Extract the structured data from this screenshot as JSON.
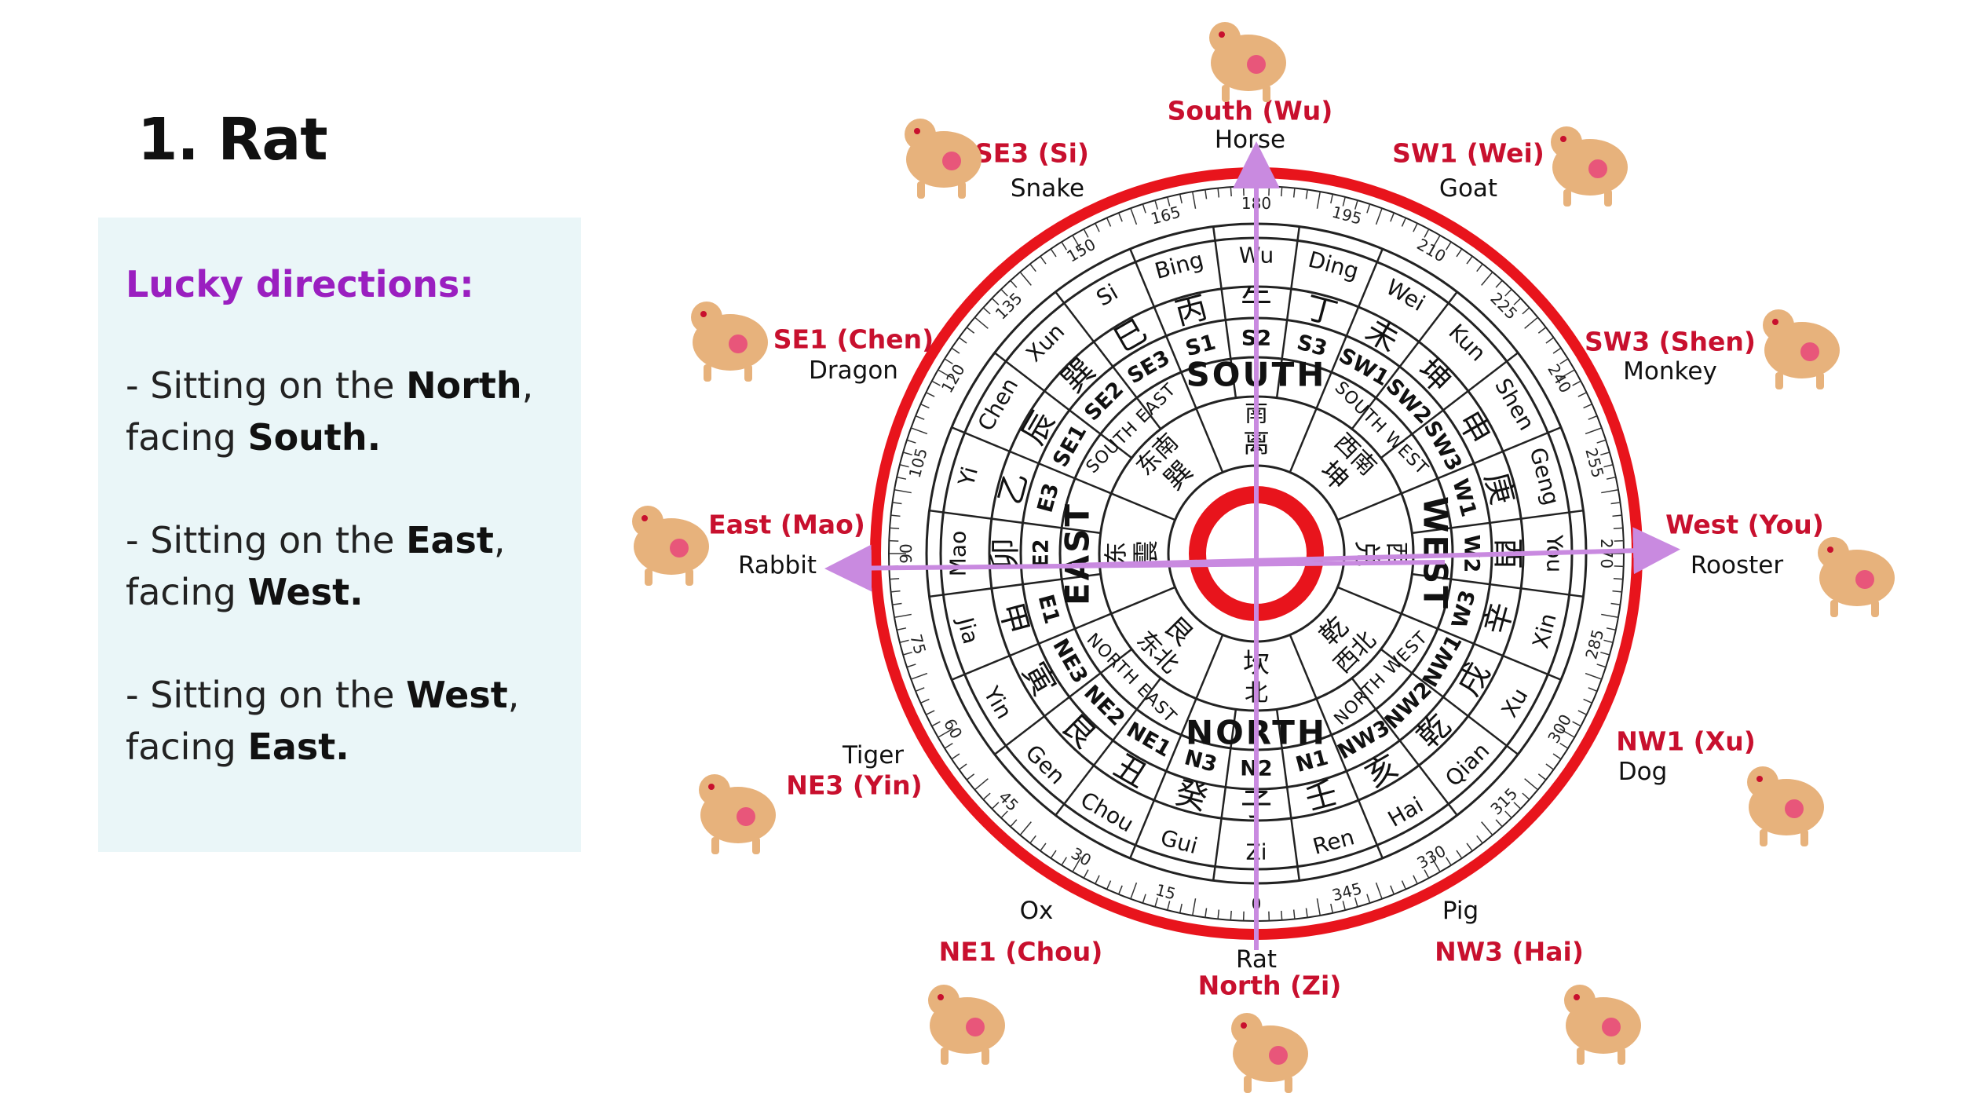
{
  "title": "1. Rat",
  "panel": {
    "heading": "Lucky directions:",
    "items": [
      {
        "prefix": "- Sitting on the ",
        "sit": "North",
        "mid": ", facing ",
        "face": "South",
        "suffix": "."
      },
      {
        "prefix": "- Sitting on the ",
        "sit": "East",
        "mid": ", facing ",
        "face": "West",
        "suffix": "."
      },
      {
        "prefix": "- Sitting on the ",
        "sit": "West",
        "mid": ", facing ",
        "face": "East",
        "suffix": "."
      }
    ]
  },
  "colors": {
    "direction_red": "#c8102e",
    "arrow": "#c98ae0",
    "ring_red": "#e8141c",
    "animal_gold": "#e7b27c"
  },
  "directions": [
    {
      "key": "south",
      "dir": "South (Wu)",
      "animal": "Horse",
      "icon": "horse-icon"
    },
    {
      "key": "sw1",
      "dir": "SW1 (Wei)",
      "animal": "Goat",
      "icon": "goat-icon"
    },
    {
      "key": "sw3",
      "dir": "SW3 (Shen)",
      "animal": "Monkey",
      "icon": "monkey-icon"
    },
    {
      "key": "west",
      "dir": "West (You)",
      "animal": "Rooster",
      "icon": "rooster-icon"
    },
    {
      "key": "nw1",
      "dir": "NW1 (Xu)",
      "animal": "Dog",
      "icon": "dog-icon"
    },
    {
      "key": "nw3",
      "dir": "NW3 (Hai)",
      "animal": "Pig",
      "icon": "pig-icon"
    },
    {
      "key": "north",
      "dir": "North (Zi)",
      "animal": "Rat",
      "icon": "rat-icon"
    },
    {
      "key": "ne1",
      "dir": "NE1 (Chou)",
      "animal": "Ox",
      "icon": "ox-icon"
    },
    {
      "key": "ne3",
      "dir": "NE3 (Yin)",
      "animal": "Tiger",
      "icon": "tiger-icon"
    },
    {
      "key": "east",
      "dir": "East (Mao)",
      "animal": "Rabbit",
      "icon": "rabbit-icon"
    },
    {
      "key": "se1",
      "dir": "SE1 (Chen)",
      "animal": "Dragon",
      "icon": "dragon-icon"
    },
    {
      "key": "se3",
      "dir": "SE3 (Si)",
      "animal": "Snake",
      "icon": "snake-icon"
    }
  ],
  "compass": {
    "cardinals": [
      "SOUTH",
      "WEST",
      "NORTH",
      "EAST"
    ],
    "sectors": [
      "SOUTH WEST",
      "NORTH WEST",
      "NORTH EAST",
      "SOUTH EAST"
    ],
    "mountains": [
      {
        "code": "S1",
        "pinyin": "Bing",
        "hanzi": "丙"
      },
      {
        "code": "S2",
        "pinyin": "Wu",
        "hanzi": "午"
      },
      {
        "code": "S3",
        "pinyin": "Ding",
        "hanzi": "丁"
      },
      {
        "code": "SW1",
        "pinyin": "Wei",
        "hanzi": "未"
      },
      {
        "code": "SW2",
        "pinyin": "Kun",
        "hanzi": "坤"
      },
      {
        "code": "SW3",
        "pinyin": "Shen",
        "hanzi": "申"
      },
      {
        "code": "W1",
        "pinyin": "Geng",
        "hanzi": "庚"
      },
      {
        "code": "W2",
        "pinyin": "You",
        "hanzi": "酉"
      },
      {
        "code": "W3",
        "pinyin": "Xin",
        "hanzi": "辛"
      },
      {
        "code": "NW1",
        "pinyin": "Xu",
        "hanzi": "戌"
      },
      {
        "code": "NW2",
        "pinyin": "Qian",
        "hanzi": "乾"
      },
      {
        "code": "NW3",
        "pinyin": "Hai",
        "hanzi": "亥"
      },
      {
        "code": "N1",
        "pinyin": "Ren",
        "hanzi": "壬"
      },
      {
        "code": "N2",
        "pinyin": "Zi",
        "hanzi": "子"
      },
      {
        "code": "N3",
        "pinyin": "Gui",
        "hanzi": "癸"
      },
      {
        "code": "NE1",
        "pinyin": "Chou",
        "hanzi": "丑"
      },
      {
        "code": "NE2",
        "pinyin": "Gen",
        "hanzi": "艮"
      },
      {
        "code": "NE3",
        "pinyin": "Yin",
        "hanzi": "寅"
      },
      {
        "code": "E1",
        "pinyin": "Jia",
        "hanzi": "甲"
      },
      {
        "code": "E2",
        "pinyin": "Mao",
        "hanzi": "卯"
      },
      {
        "code": "E3",
        "pinyin": "Yi",
        "hanzi": "乙"
      },
      {
        "code": "SE1",
        "pinyin": "Chen",
        "hanzi": "辰"
      },
      {
        "code": "SE2",
        "pinyin": "Xun",
        "hanzi": "巽"
      },
      {
        "code": "SE3",
        "pinyin": "Si",
        "hanzi": "巳"
      }
    ],
    "trigrams": [
      {
        "hanzi": "离",
        "name": "南"
      },
      {
        "hanzi": "坤",
        "name": "西南"
      },
      {
        "hanzi": "兑",
        "name": "西"
      },
      {
        "hanzi": "乾",
        "name": "西北"
      },
      {
        "hanzi": "坎",
        "name": "北"
      },
      {
        "hanzi": "艮",
        "name": "东北"
      },
      {
        "hanzi": "震",
        "name": "东"
      },
      {
        "hanzi": "巽",
        "name": "东南"
      }
    ],
    "degree_labels": [
      "180",
      "195",
      "210",
      "225",
      "240",
      "255",
      "270",
      "285",
      "300",
      "315",
      "330",
      "345",
      "0",
      "15",
      "30",
      "45",
      "60",
      "75",
      "90",
      "105",
      "120",
      "135",
      "150",
      "165"
    ]
  }
}
